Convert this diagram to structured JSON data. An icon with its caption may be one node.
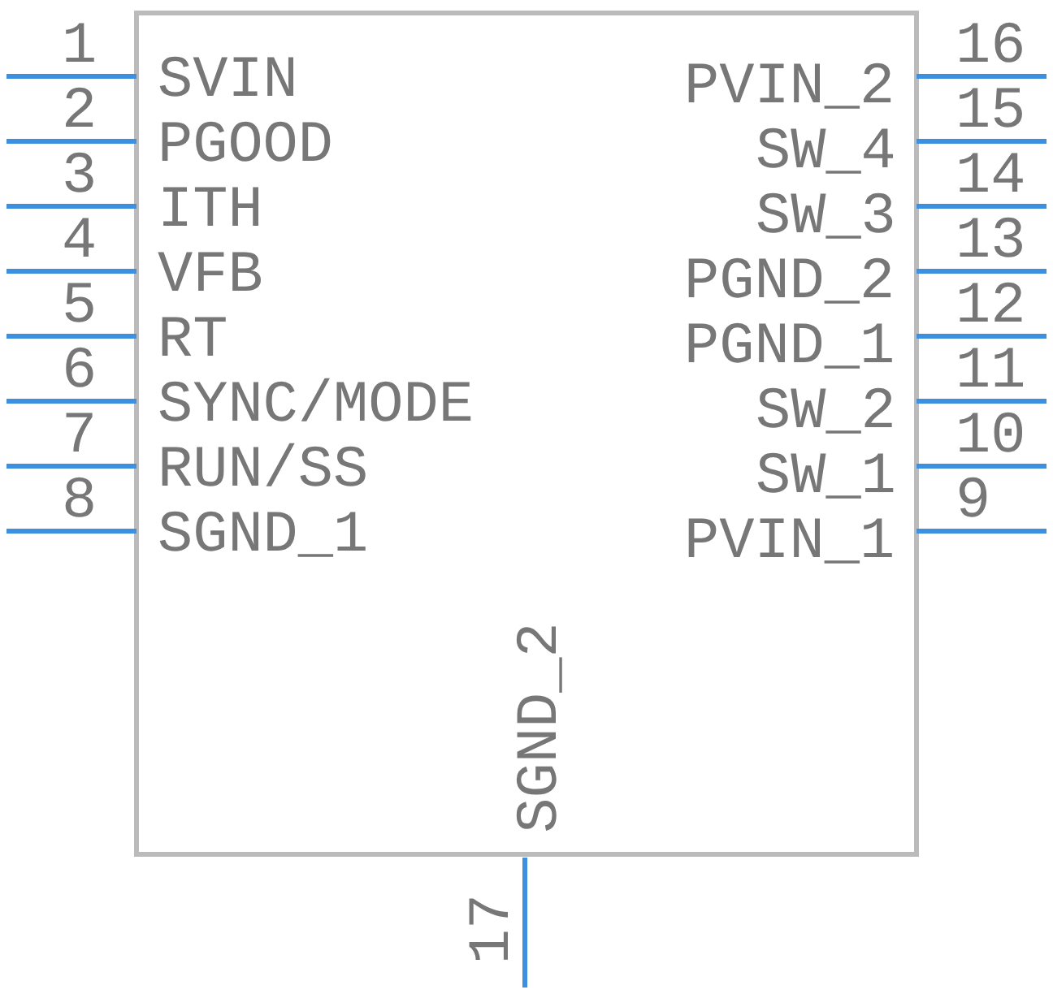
{
  "diagram": {
    "labels": [
      "1",
      "SVIN",
      "PVIN_2",
      "16",
      "2",
      "PGOOD",
      "SW_4",
      "15",
      "3",
      "ITH",
      "SW_3",
      "14",
      "4",
      "VFB",
      "PGND_2",
      "13",
      "5",
      "RT",
      "PGND_1",
      "12",
      "6",
      "SYNC/MODE",
      "SW_2",
      "11",
      "7",
      "RUN/SS",
      "SW_1",
      "10",
      "8",
      "SGND_1",
      "PVIN_1",
      "9",
      "SGND_2",
      "17"
    ]
  }
}
